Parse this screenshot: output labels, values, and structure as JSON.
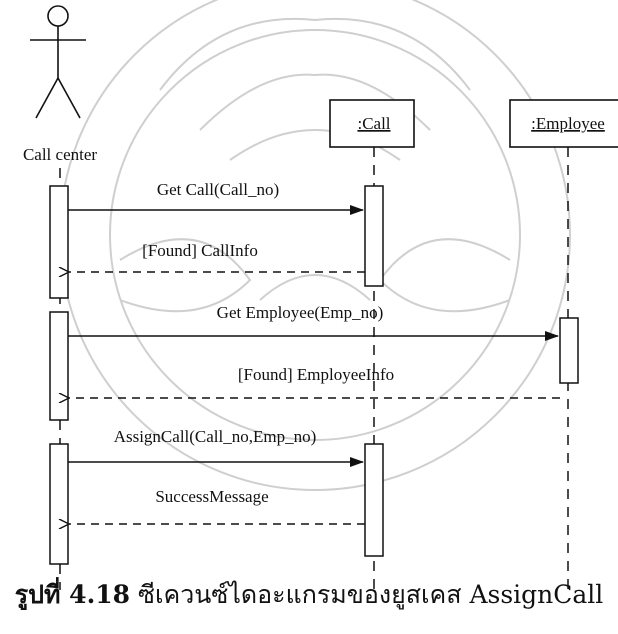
{
  "diagram": {
    "actor": {
      "label": "Call center"
    },
    "objects": [
      {
        "id": "call",
        "label": ":Call"
      },
      {
        "id": "employee",
        "label": ":Employee"
      }
    ],
    "messages": [
      {
        "id": "get-call",
        "label": "Get Call(Call_no)",
        "type": "call"
      },
      {
        "id": "callinfo",
        "label": "[Found] CallInfo",
        "type": "return"
      },
      {
        "id": "get-employee",
        "label": "Get Employee(Emp_no)",
        "type": "call"
      },
      {
        "id": "employeeinfo",
        "label": "[Found] EmployeeInfo",
        "type": "return"
      },
      {
        "id": "assign-call",
        "label": "AssignCall(Call_no,Emp_no)",
        "type": "call"
      },
      {
        "id": "success",
        "label": "SuccessMessage",
        "type": "return"
      }
    ]
  },
  "caption": {
    "prefix": "รูปที่ 4.18",
    "text": "ซีเควนซ์ไดอะแกรมของยูสเคส AssignCall"
  },
  "colors": {
    "ink": "#111111",
    "watermark": "#c8c8c8"
  }
}
